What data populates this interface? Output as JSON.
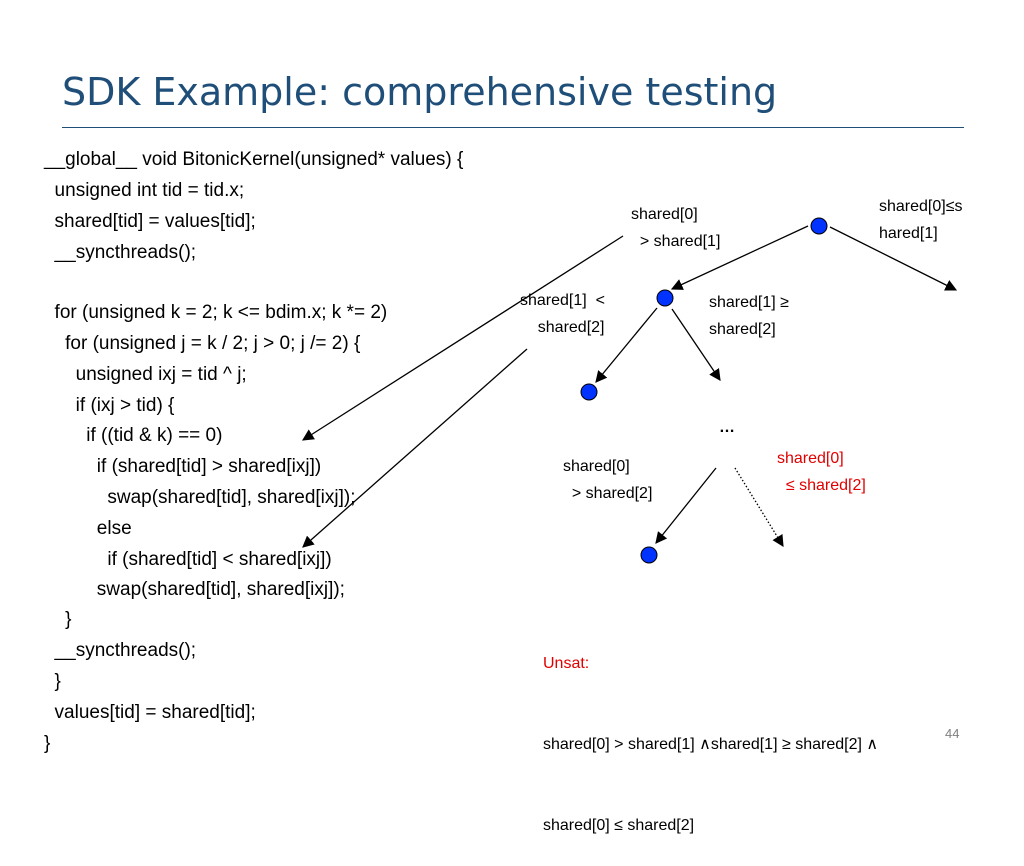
{
  "slide": {
    "title": "SDK Example: comprehensive testing",
    "page_number": "44"
  },
  "code_lines": [
    "__global__ void BitonicKernel(unsigned* values) {",
    "  unsigned int tid = tid.x;",
    "  shared[tid] = values[tid];",
    "  __syncthreads();",
    "",
    "  for (unsigned k = 2; k <= bdim.x; k *= 2)",
    "    for (unsigned j = k / 2; j > 0; j /= 2) {",
    "      unsigned ixj = tid ^ j;",
    "      if (ixj > tid) {",
    "        if ((tid & k) == 0)",
    "          if (shared[tid] > shared[ixj])",
    "            swap(shared[tid], shared[ixj]);",
    "          else",
    "            if (shared[tid] < shared[ixj])",
    "          swap(shared[tid], shared[ixj]);",
    "    }",
    "  __syncthreads();",
    "  }",
    "  values[tid] = shared[tid];",
    "}"
  ],
  "tree_labels": {
    "root_left_l1": "shared[0]",
    "root_left_l2": "  > shared[1]",
    "root_right_l1": "shared[0]≤s",
    "root_right_l2": "hared[1]",
    "mid_left_l1": "shared[1]  <",
    "mid_left_l2": "    shared[2]",
    "mid_right_l1": "shared[1] ≥",
    "mid_right_l2": "shared[2]",
    "ellipsis": "…",
    "low_left_l1": "shared[0]",
    "low_left_l2": "  > shared[2]",
    "low_right_l1": "shared[0]",
    "low_right_l2": "  ≤ shared[2]"
  },
  "summary": {
    "heading": "Unsat:",
    "line1": "shared[0] > shared[1] ∧shared[1] ≥ shared[2] ∧",
    "line2": "shared[0] ≤ shared[2]"
  },
  "colors": {
    "title": "#1f4e79",
    "node_fill": "#0033ff",
    "unsat": "#e00000"
  },
  "icons": {
    "tree_node": "blue-circle-node",
    "arrow": "arrow-head"
  }
}
